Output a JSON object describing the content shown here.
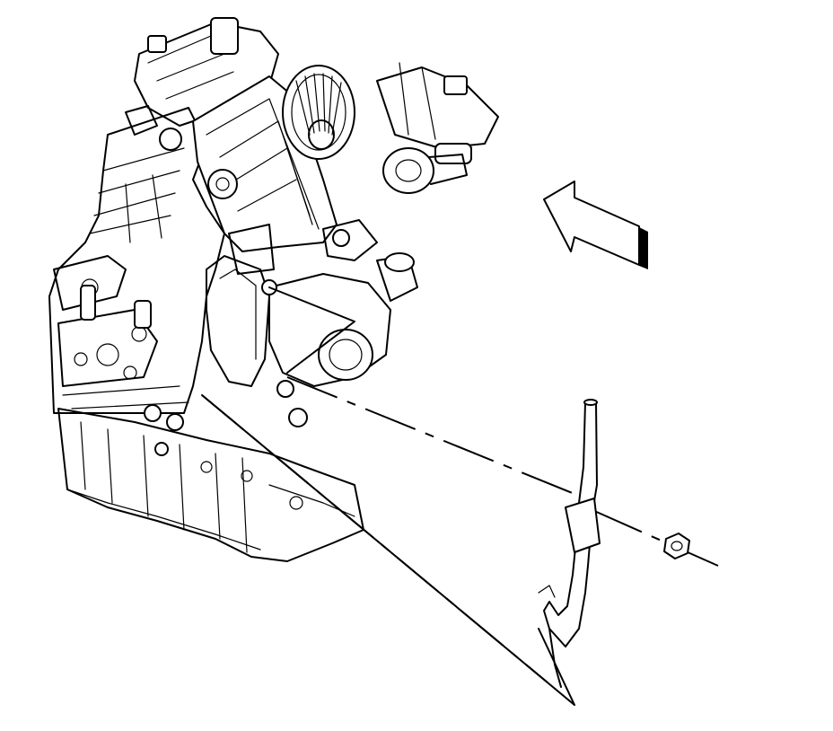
{
  "diagram": {
    "components": [
      {
        "id": "engine-block",
        "icon": "engine-block-illustration"
      },
      {
        "id": "timing-cover",
        "icon": "belt-cover-illustration"
      },
      {
        "id": "idler-pulley",
        "icon": "pulley-illustration"
      },
      {
        "id": "thermostat-housing",
        "icon": "coolant-outlet-illustration"
      },
      {
        "id": "oil-pan",
        "icon": "oil-pan-illustration"
      },
      {
        "id": "oil-level-indicator-tube",
        "icon": "dipstick-tube-illustration"
      },
      {
        "id": "tube-retaining-nut",
        "icon": "hex-nut-illustration"
      },
      {
        "id": "view-direction-arrow",
        "icon": "front-arrow-icon"
      }
    ],
    "line_color": "#000000",
    "background_color": "#ffffff"
  }
}
